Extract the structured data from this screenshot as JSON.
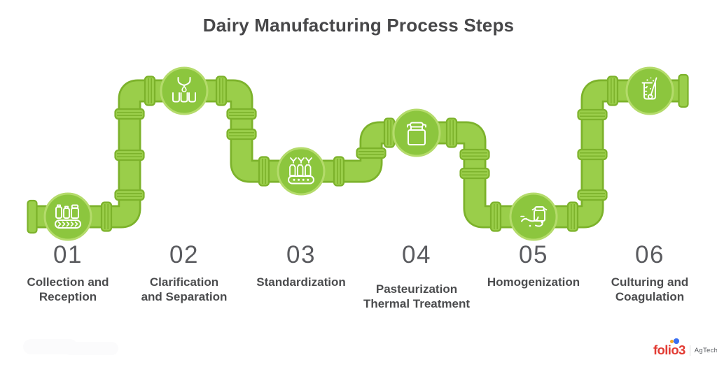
{
  "title": "Dairy Manufacturing Process Steps",
  "diagram": {
    "type": "pipeline-process-flow",
    "steps": [
      {
        "number": "01",
        "label": "Collection and\nReception",
        "icon": "milk-bottles-conveyor-icon"
      },
      {
        "number": "02",
        "label": "Clarification\nand Separation",
        "icon": "separator-funnel-icon"
      },
      {
        "number": "03",
        "label": "Standardization",
        "icon": "bottle-filling-line-icon"
      },
      {
        "number": "04",
        "label": "Pasteurization\nThermal Treatment",
        "icon": "milk-can-icon"
      },
      {
        "number": "05",
        "label": "Homogenization",
        "icon": "milk-can-splash-icon"
      },
      {
        "number": "06",
        "label": "Culturing and\nCoagulation",
        "icon": "culture-beaker-icon"
      }
    ]
  },
  "brand": {
    "name": "folio3",
    "division": "AgTech"
  },
  "colors": {
    "pipe_fill": "#9ace4a",
    "pipe_outline": "#7cb22b",
    "node_fill": "#8cc63e",
    "node_ring": "#b4db6b",
    "icon_stroke": "#ffffff",
    "title_text": "#474749",
    "number_text": "#5a5b5f",
    "label_text": "#4b4c4e",
    "brand_red": "#e23b33",
    "brand_dot_yellow": "#f6a623",
    "brand_dot_blue": "#3a6ff2",
    "division_text": "#54575c"
  }
}
